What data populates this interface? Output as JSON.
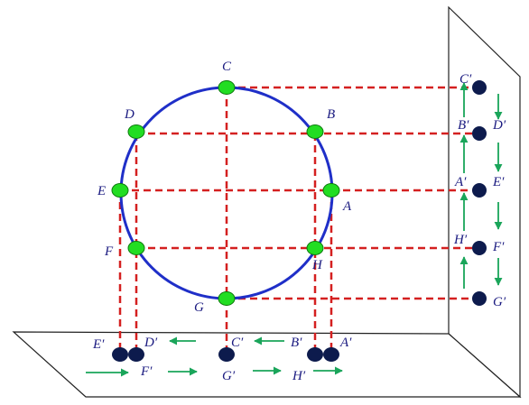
{
  "colors": {
    "circle": "#1f2fc8",
    "green_point": "#22dd22",
    "projection_dot": "#0d1b4d",
    "dashed_line": "#d42020",
    "arrow": "#1aa55a",
    "wall_stroke": "#222222"
  },
  "labels": {
    "circle": {
      "A": "A",
      "B": "B",
      "C": "C",
      "D": "D",
      "E": "E",
      "F": "F",
      "G": "G",
      "H": "H"
    },
    "wall": {
      "C": "C′",
      "D": "D′",
      "B": "B′",
      "E": "E′",
      "A": "A′",
      "F": "F′",
      "H": "H′",
      "G": "G′"
    },
    "floor": {
      "E": "E′",
      "D": "D′",
      "C": "C′",
      "B": "B′",
      "A": "A′",
      "F": "F′",
      "G": "G′",
      "H": "H′"
    }
  }
}
